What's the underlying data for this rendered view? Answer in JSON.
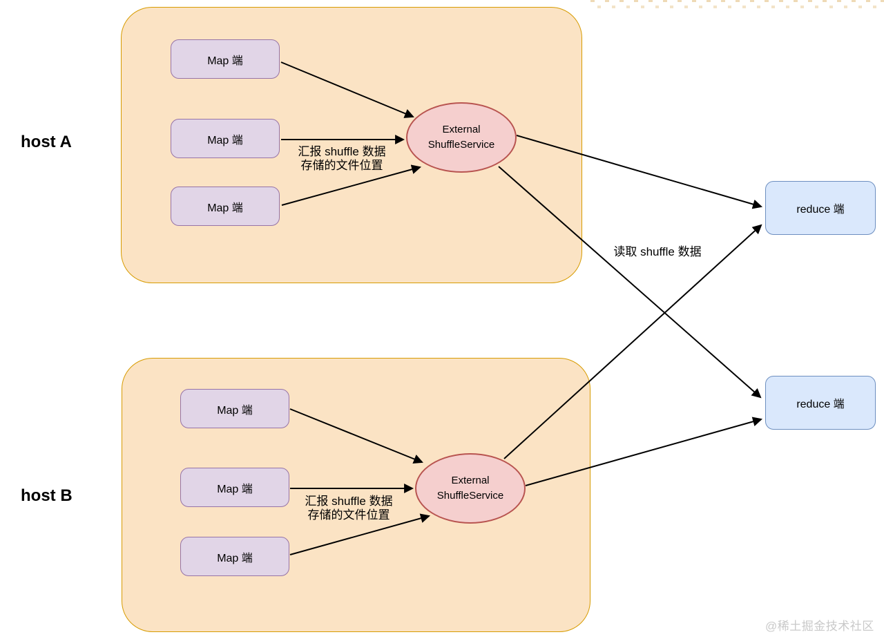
{
  "palette": {
    "host_fill": "#FBE3C4",
    "host_stroke": "#D79B00",
    "map_fill": "#E1D5E7",
    "map_stroke": "#9673A6",
    "service_fill": "#F5CFCE",
    "service_stroke": "#B85450",
    "reduce_fill": "#DAE8FC",
    "reduce_stroke": "#6C8EBF",
    "arrow_color": "#000000",
    "watermark_color": "#C9C9C9"
  },
  "hostA": {
    "label": "host A",
    "maps": [
      "Map 端",
      "Map 端",
      "Map 端"
    ],
    "service": {
      "line1": "External",
      "line2": "ShuffleService"
    },
    "report": {
      "line1": "汇报 shuffle 数据",
      "line2": "存储的文件位置"
    }
  },
  "hostB": {
    "label": "host B",
    "maps": [
      "Map 端",
      "Map 端",
      "Map 端"
    ],
    "service": {
      "line1": "External",
      "line2": "ShuffleService"
    },
    "report": {
      "line1": "汇报 shuffle 数据",
      "line2": "存储的文件位置"
    }
  },
  "reduce_nodes": [
    "reduce 端",
    "reduce 端"
  ],
  "read_label": "读取 shuffle 数据",
  "watermark": "@稀土掘金技术社区"
}
